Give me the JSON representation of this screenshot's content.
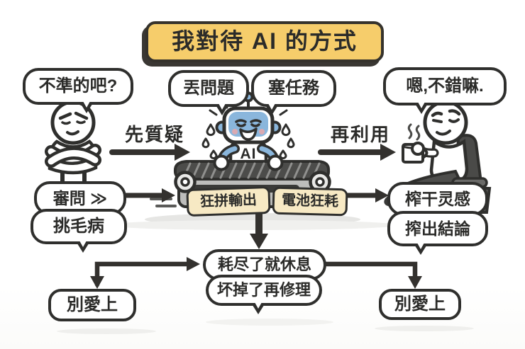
{
  "title": "我對待 AI 的方式",
  "left_person": {
    "bubble": "不準的吧?",
    "action1": "審問 ≫",
    "action2": "挑毛病"
  },
  "flow": {
    "step1": "先質疑",
    "step2": "再利用"
  },
  "robot": {
    "bubble1": "丟問題",
    "bubble2": "塞任務",
    "chest": "AI",
    "status1": "狂拼輸出",
    "status2": "電池狂耗"
  },
  "right_person": {
    "bubble": "嗯,不錯嘛.",
    "action1": "榨干灵感",
    "action2": "搾出結論"
  },
  "bottom": {
    "rule1": "耗尽了就休息",
    "rule2": "坏掉了再修理",
    "warn_left": "別愛上",
    "warn_right": "別愛上"
  },
  "colors": {
    "ink": "#2f2f2d",
    "gold": "#f6cd6b",
    "cream": "#f7e9c4",
    "robot_blue": "#8ab6dc"
  }
}
